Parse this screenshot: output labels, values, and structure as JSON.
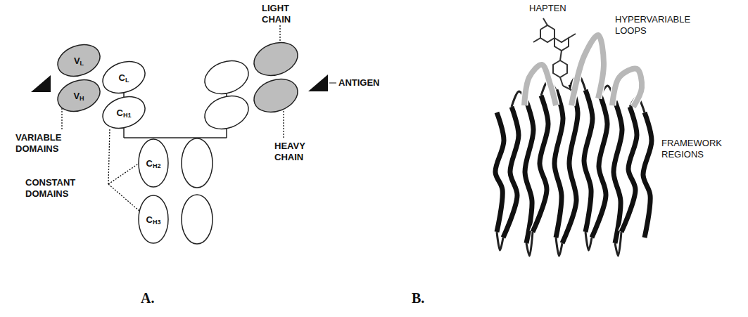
{
  "diagram": {
    "nodes": [
      {
        "text": [
          "VL"
        ]
      },
      {
        "text": [
          "CL"
        ]
      },
      {
        "text": [
          "VH"
        ]
      },
      {
        "text": [
          "CH1"
        ]
      },
      {
        "text": [
          "CH2"
        ]
      },
      {
        "text": [
          "CH3"
        ]
      }
    ],
    "labels": [
      "LIGHT CHAIN",
      "ANTIGEN",
      "VARIABLE DOMAINS",
      "HEAVY CHAIN",
      "CONSTANT DOMAINS",
      "A.",
      "HAPTEN",
      "HYPERVARIABLE LOOPS",
      "FRAMEWORK REGIONS",
      "B."
    ]
  }
}
